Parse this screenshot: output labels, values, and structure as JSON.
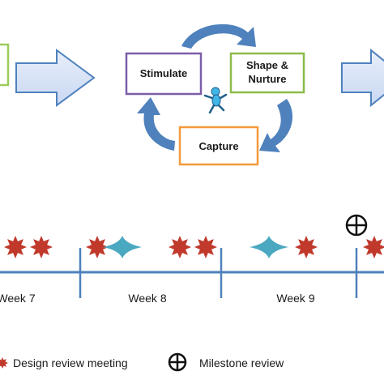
{
  "cycle": {
    "boxes": {
      "stimulate": "Stimulate",
      "shape_line1": "Shape &",
      "shape_line2": "Nurture",
      "capture": "Capture"
    },
    "colors": {
      "stimulate_border": "#7b5ea7",
      "shape_border": "#8dbb4a",
      "capture_border": "#f39a3c",
      "arrow_fill": "#4f81bd",
      "big_arrow_fill": "#dbe5f7",
      "big_arrow_stroke": "#4f81bd",
      "left_box_border": "#9bcc5a",
      "figure": "#41b6e6"
    }
  },
  "timeline": {
    "weeks": [
      "Week 7",
      "Week 8",
      "Week 9"
    ],
    "line_color": "#4f81bd",
    "star_color": "#c0392b",
    "sparkle_color": "#4aa8c0"
  },
  "legend": {
    "design_review": "Design review meeting",
    "milestone_review": "Milestone review"
  }
}
